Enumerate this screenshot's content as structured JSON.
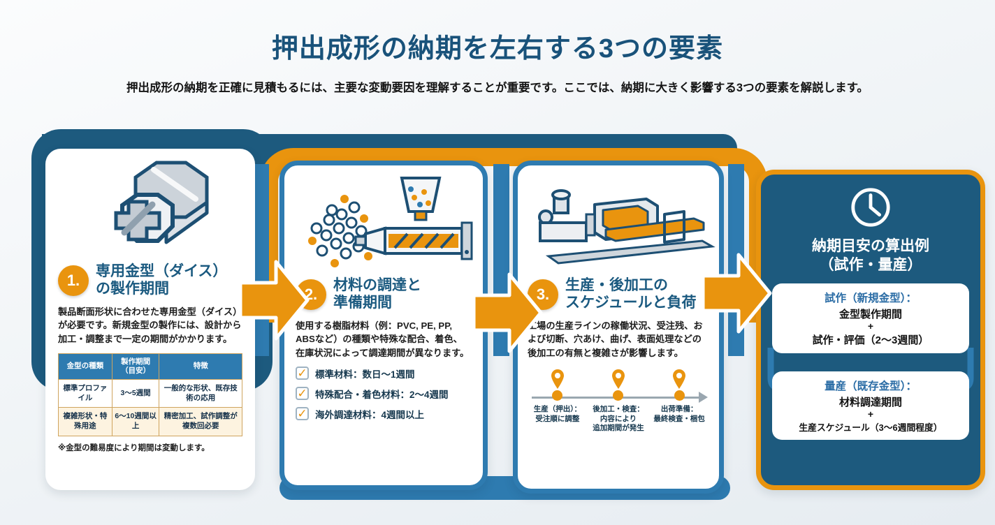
{
  "header": {
    "title": "押出成形の納期を左右する3つの要素",
    "subtitle": "押出成形の納期を正確に見積もるには、主要な変動要因を理解することが重要です。ここでは、納期に大きく影響する3つの要素を解説します。"
  },
  "colors": {
    "navy": "#1d5a7e",
    "blue": "#2e7bb0",
    "orange": "#e9940e",
    "cream": "#fdf3e0",
    "tan_border": "#cfa45e"
  },
  "icons": {
    "card1": "die-icon",
    "card2": "pellets-extruder-icon",
    "card3": "extrusion-line-icon",
    "card4": "clock-icon",
    "check_glyph": "✓",
    "pin": "map-pin-icon",
    "flow": "flow-arrow-icon"
  },
  "card1": {
    "number": "1.",
    "title_line1": "専用金型（ダイス）",
    "title_line2": "の製作期間",
    "body": "製品断面形状に合わせた専用金型（ダイス）が必要です。新規金型の製作には、設計から加工・調整まで一定の期間がかかります。",
    "table": {
      "headers": [
        "金型の種類",
        "製作期間（目安）",
        "特徴"
      ],
      "rows": [
        [
          "標準プロファイル",
          "3〜5週間",
          "一般的な形状、既存技術の応用"
        ],
        [
          "複雑形状・特殊用途",
          "6〜10週間以上",
          "精密加工、試作調整が複数回必要"
        ]
      ]
    },
    "footnote": "※金型の難易度により期間は変動します。"
  },
  "card2": {
    "number": "2.",
    "title_line1": "材料の調達と",
    "title_line2": "準備期間",
    "body": "使用する樹脂材料（例：PVC, PE, PP, ABSなど）の種類や特殊な配合、着色、在庫状況によって調達期間が異なります。",
    "checklist": [
      "標準材料：数日〜1週間",
      "特殊配合・着色材料：2〜4週間",
      "海外調達材料：4週間以上"
    ]
  },
  "card3": {
    "number": "3.",
    "title_line1": "生産・後加工の",
    "title_line2": "スケジュールと負荷",
    "body": "工場の生産ラインの稼働状況、受注残、および切断、穴あけ、曲げ、表面処理などの後加工の有無と複雑さが影響します。",
    "timeline": [
      {
        "lines": [
          "生産（押出）：",
          "受注順に調整"
        ]
      },
      {
        "lines": [
          "後加工・検査：",
          "内容により",
          "追加期間が発生"
        ]
      },
      {
        "lines": [
          "出荷準備：",
          "最終検査・梱包"
        ]
      }
    ]
  },
  "card4": {
    "title_line1": "納期目安の算出例",
    "title_line2": "（試作・量産）",
    "box1": {
      "label": "試作（新規金型）：",
      "line1": "金型製作期間",
      "plus": "+",
      "line2": "試作・評価（2〜3週間）"
    },
    "box2": {
      "label": "量産（既存金型）：",
      "line1": "材料調達期間",
      "plus": "+",
      "line2": "生産スケジュール（3〜6週間程度）"
    }
  }
}
